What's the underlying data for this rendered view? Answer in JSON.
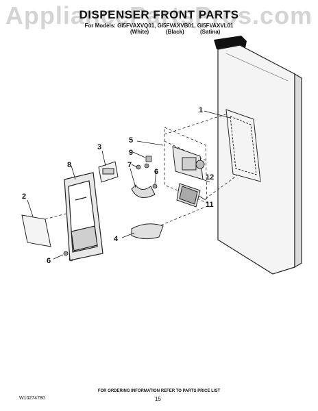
{
  "watermark": "AppliancePartsPros.com",
  "header": {
    "title": "DISPENSER FRONT PARTS",
    "models": "For Models: GI5FVAXVQ01, GI5FVAXVB01, GI5FVAXVL01",
    "finishes": [
      "(White)",
      "(Black)",
      "(Satina)"
    ]
  },
  "callouts": [
    "1",
    "2",
    "3",
    "4",
    "5",
    "6",
    "6",
    "7",
    "8",
    "9",
    "11",
    "12"
  ],
  "footer": {
    "note": "FOR ORDERING INFORMATION REFER TO PARTS PRICE LIST",
    "doc_number": "W10274780",
    "page_number": "15"
  }
}
